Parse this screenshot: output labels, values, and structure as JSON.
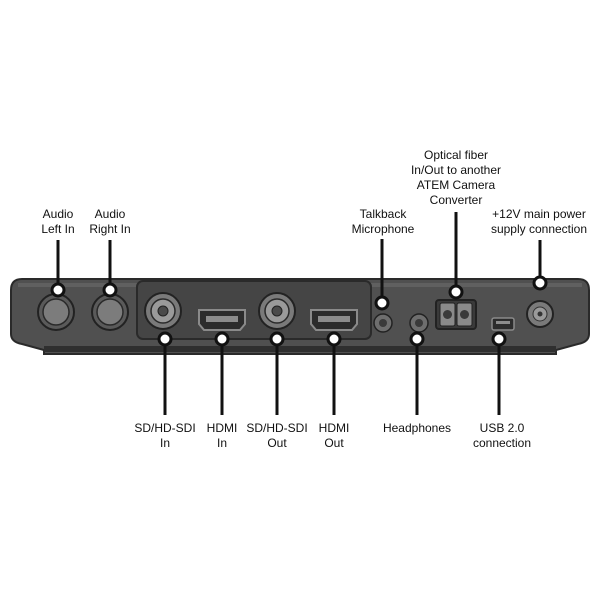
{
  "labels": {
    "audio_left_in": [
      "Audio",
      "Left In"
    ],
    "audio_right_in": [
      "Audio",
      "Right In"
    ],
    "talkback_mic": [
      "Talkback",
      "Microphone"
    ],
    "optical_fiber": [
      "Optical fiber",
      "In/Out to another",
      "ATEM Camera",
      "Converter"
    ],
    "power": [
      "+12V main power",
      "supply connection"
    ],
    "sdi_in": [
      "SD/HD-SDI",
      "In"
    ],
    "hdmi_in": [
      "HDMI",
      "In"
    ],
    "sdi_out": [
      "SD/HD-SDI",
      "Out"
    ],
    "hdmi_out": [
      "HDMI",
      "Out"
    ],
    "headphones": [
      "Headphones"
    ],
    "usb": [
      "USB 2.0",
      "connection"
    ]
  },
  "colors": {
    "chassis": "#4f4f4f",
    "chassis_edge": "#2a2a2a",
    "panel": "#3e3e3e",
    "connector": "#9a9a9a",
    "callout": "#111111"
  }
}
